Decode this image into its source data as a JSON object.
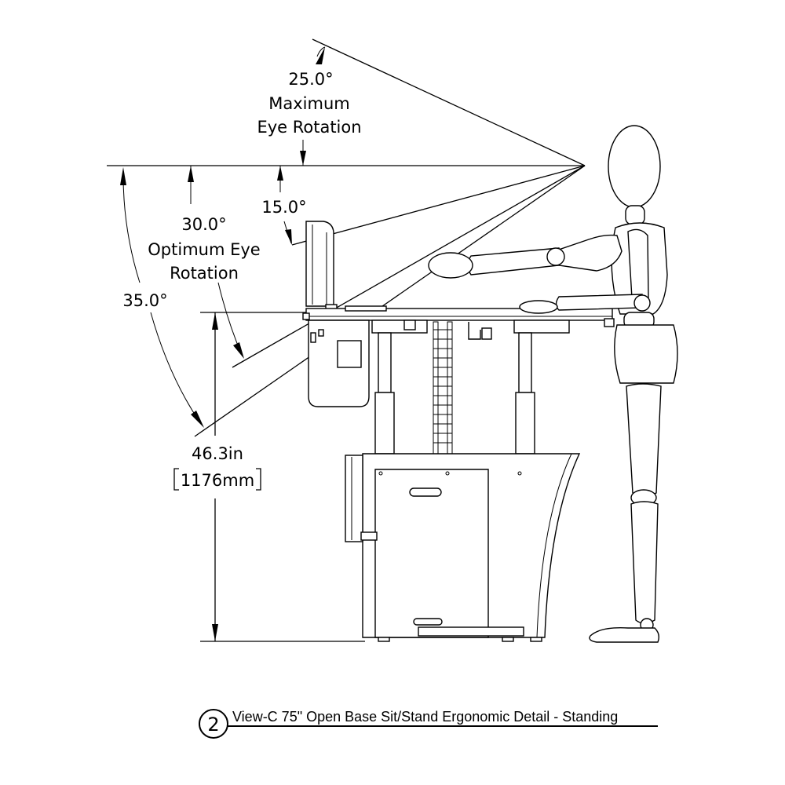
{
  "labels": {
    "max_angle": "25.0°",
    "max_caption_1": "Maximum",
    "max_caption_2": "Eye Rotation",
    "small_angle": "15.0°",
    "opt_angle": "30.0°",
    "opt_caption_1": "Optimum Eye",
    "opt_caption_2": "Rotation",
    "outer_angle": "35.0°",
    "height_in": "46.3in",
    "height_mm": "1176mm"
  },
  "title": {
    "number": "2",
    "text": "View-C 75\" Open Base Sit/Stand Ergonomic Detail - Standing"
  }
}
